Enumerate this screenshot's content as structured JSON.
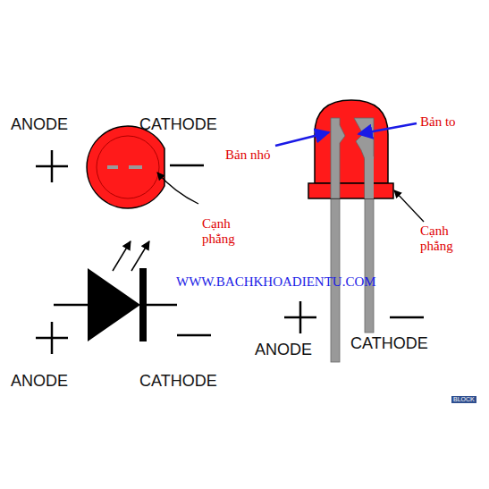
{
  "diagram": {
    "labels": [
      "ANODE",
      "CATHODE",
      "Cạnh phẳng",
      "Bản nhỏ",
      "Bản to",
      "Cạnh phẳng",
      "WWW.BACHKHOADIENTU.COM",
      "ANODE",
      "CATHODE",
      "ANODE",
      "CATHODE",
      "BLOCK"
    ]
  }
}
